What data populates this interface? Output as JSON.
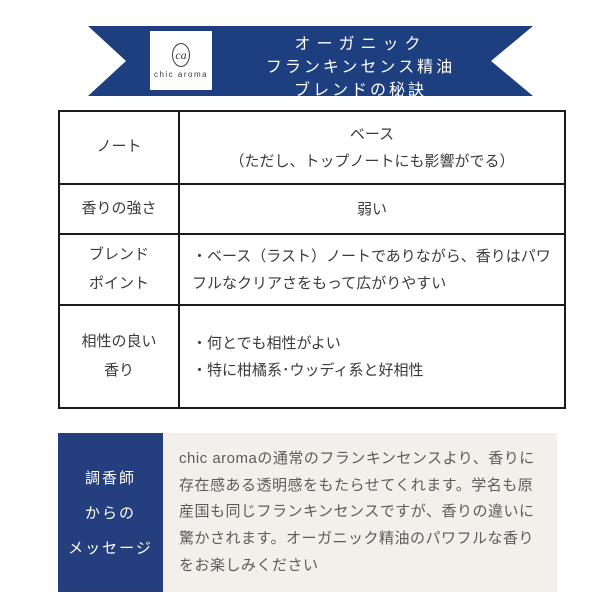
{
  "colors": {
    "ribbon_navy": "#1d3e7f",
    "message_label_navy": "#253f7e",
    "message_background": "#f1f0eb",
    "message_text": "#5c5c58",
    "table_text": "#3b3b3b",
    "table_border": "#1a1a1a"
  },
  "header": {
    "logo": {
      "monogram": "ca",
      "brand": "chic aroma"
    },
    "title_lines": [
      "オーガニック",
      "フランキンセンス精油",
      "ブレンドの秘訣"
    ]
  },
  "table": {
    "rows": [
      {
        "label": "ノート",
        "value_line1": "ベース",
        "value_line2": "（ただし、トップノートにも影響がでる）"
      },
      {
        "label": "香りの強さ",
        "value": "弱い"
      },
      {
        "label_line1": "ブレンド",
        "label_line2": "ポイント",
        "value": "・ベース（ラスト）ノートでありながら、香りはパワフルなクリアさをもって広がりやすい"
      },
      {
        "label_line1": "相性の良い",
        "label_line2": "香り",
        "value_line1": "・何とでも相性がよい",
        "value_line2": "・特に柑橘系･ウッディ系と好相性"
      }
    ]
  },
  "message": {
    "label_line1": "調香師",
    "label_line2": "からの",
    "label_line3": "メッセージ",
    "body": "chic aromaの通常のフランキンセンスより、香りに存在感ある透明感をもたらせてくれます。学名も原産国も同じフランキンセンスですが、香りの違いに驚かされます。オーガニック精油のパワフルな香りをお楽しみください"
  }
}
